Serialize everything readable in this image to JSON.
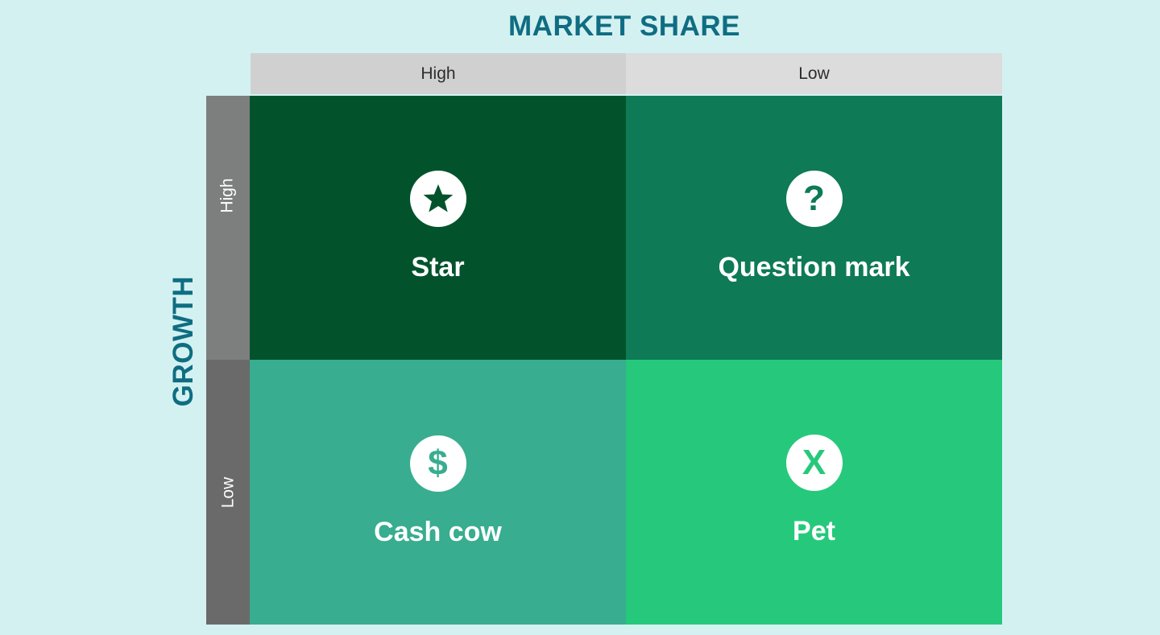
{
  "title": "MARKET SHARE",
  "axis_label": "GROWTH",
  "columns": [
    "High",
    "Low"
  ],
  "rows": [
    "High",
    "Low"
  ],
  "quadrants": [
    {
      "label": "Star",
      "icon": "star-icon",
      "glyph": "★",
      "color": "#02532c"
    },
    {
      "label": "Question mark",
      "icon": "question-icon",
      "glyph": "?",
      "color": "#0e7a56"
    },
    {
      "label": "Cash cow",
      "icon": "dollar-icon",
      "glyph": "$",
      "color": "#38ad90"
    },
    {
      "label": "Pet",
      "icon": "x-icon",
      "glyph": "X",
      "color": "#26c97b"
    }
  ]
}
